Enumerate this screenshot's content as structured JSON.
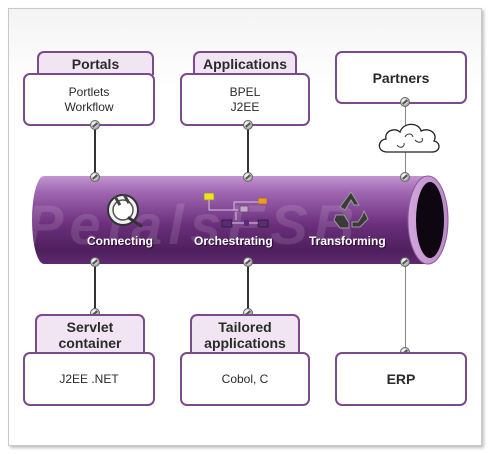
{
  "top": {
    "portals": {
      "title": "Portals",
      "lines": [
        "Portlets",
        "Workflow"
      ]
    },
    "applications": {
      "title": "Applications",
      "lines": [
        "BPEL",
        "J2EE"
      ]
    },
    "partners": {
      "title": "Partners"
    }
  },
  "bus": {
    "watermark": "PetalsESB",
    "stages": [
      "Connecting",
      "Orchestrating",
      "Transforming"
    ]
  },
  "bottom": {
    "servlet": {
      "title_lines": [
        "Servlet",
        "container"
      ],
      "body": "J2EE .NET"
    },
    "tailored": {
      "title_lines": [
        "Tailored",
        "applications"
      ],
      "body": "Cobol, C"
    },
    "erp": {
      "title": "ERP"
    }
  },
  "colors": {
    "border": "#7a4a8c",
    "tab_fill": "#f0e4f3",
    "pipe": "#7b3c8c",
    "pipe_light": "#b07cc0"
  },
  "icons": [
    "plug-icon",
    "workflow-icon",
    "recycle-icon",
    "cloud-icon"
  ]
}
